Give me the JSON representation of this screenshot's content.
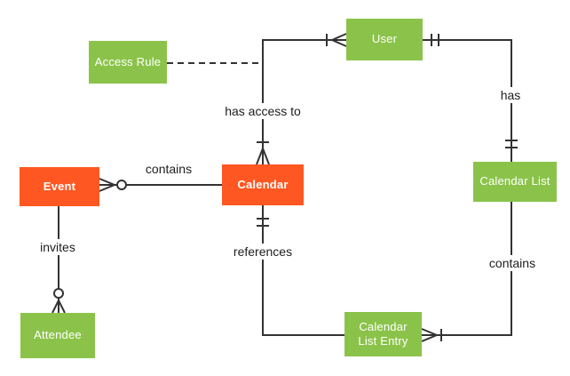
{
  "colors": {
    "orange": "#FF5722",
    "green": "#8BC34A",
    "line": "#333333",
    "label": "#1d1d1d",
    "entity_text": "#ffffff",
    "background": "#ffffff"
  },
  "entities": [
    {
      "id": "event",
      "label": "Event",
      "color": "orange"
    },
    {
      "id": "access_rule",
      "label": "Access Rule",
      "color": "green"
    },
    {
      "id": "user",
      "label": "User",
      "color": "green"
    },
    {
      "id": "calendar",
      "label": "Calendar",
      "color": "orange"
    },
    {
      "id": "calendar_list",
      "label": "Calendar List",
      "color": "green"
    },
    {
      "id": "calendar_list_entry",
      "label": "Calendar List Entry",
      "color": "green"
    },
    {
      "id": "attendee",
      "label": "Attendee",
      "color": "green"
    }
  ],
  "relationships": [
    {
      "id": "contains_events",
      "label": "contains",
      "from": "Calendar",
      "to": "Event",
      "from_marker": "none",
      "to_marker": "zero-or-many",
      "line_style": "solid"
    },
    {
      "id": "has_access_to",
      "label": "has access to",
      "from": "User",
      "to": "Calendar",
      "from_marker": "one-or-many",
      "to_marker": "one-or-many",
      "line_style": "solid"
    },
    {
      "id": "access_rule_link",
      "label": "",
      "from": "Access Rule",
      "to": "has access to",
      "from_marker": "none",
      "to_marker": "none",
      "line_style": "dashed"
    },
    {
      "id": "has",
      "label": "has",
      "from": "User",
      "to": "Calendar List",
      "from_marker": "one-and-only-one",
      "to_marker": "one-and-only-one",
      "line_style": "solid"
    },
    {
      "id": "references",
      "label": "references",
      "from": "Calendar",
      "to": "Calendar List Entry",
      "from_marker": "one-and-only-one",
      "to_marker": "none",
      "line_style": "solid"
    },
    {
      "id": "contains_entries",
      "label": "contains",
      "from": "Calendar List",
      "to": "Calendar List Entry",
      "from_marker": "none",
      "to_marker": "one-or-many",
      "line_style": "solid"
    },
    {
      "id": "invites",
      "label": "invites",
      "from": "Event",
      "to": "Attendee",
      "from_marker": "none",
      "to_marker": "zero-or-many",
      "line_style": "solid"
    }
  ]
}
